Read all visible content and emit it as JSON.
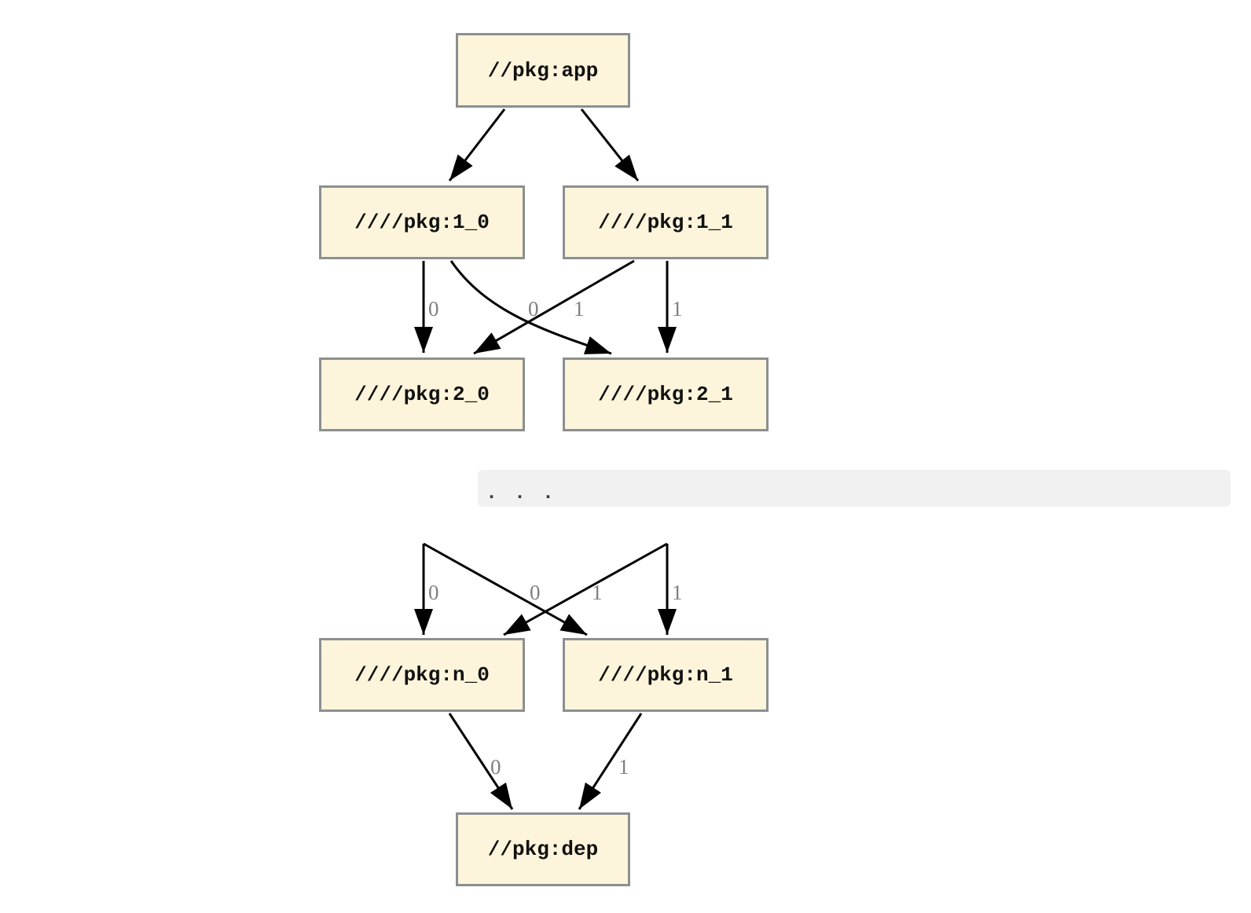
{
  "graph": {
    "nodes": {
      "app": {
        "label": "//pkg:app"
      },
      "l1_0": {
        "label": "////pkg:1_0"
      },
      "l1_1": {
        "label": "////pkg:1_1"
      },
      "l2_0": {
        "label": "////pkg:2_0"
      },
      "l2_1": {
        "label": "////pkg:2_1"
      },
      "ln_0": {
        "label": "////pkg:n_0"
      },
      "ln_1": {
        "label": "////pkg:n_1"
      },
      "dep": {
        "label": "//pkg:dep"
      }
    },
    "ellipsis": ". . .",
    "edge_labels": {
      "l1_0_to_l2_0": "0",
      "l1_1_to_l2_0": "0",
      "l1_0_to_l2_1": "1",
      "l1_1_to_l2_1": "1",
      "mid_to_n_0_straight": "0",
      "mid_to_n_0_cross": "0",
      "mid_to_n_1_cross": "1",
      "mid_to_n_1_straight": "1",
      "n_0_to_dep": "0",
      "n_1_to_dep": "1"
    },
    "colors": {
      "node_fill": "#FDF5DB",
      "node_border": "#8C8F90",
      "edge_stroke": "#000000",
      "edge_label": "#808080",
      "ellipsis_band_bg": "#F1F1F1",
      "ellipsis_dots": "#3A3A3A"
    }
  }
}
